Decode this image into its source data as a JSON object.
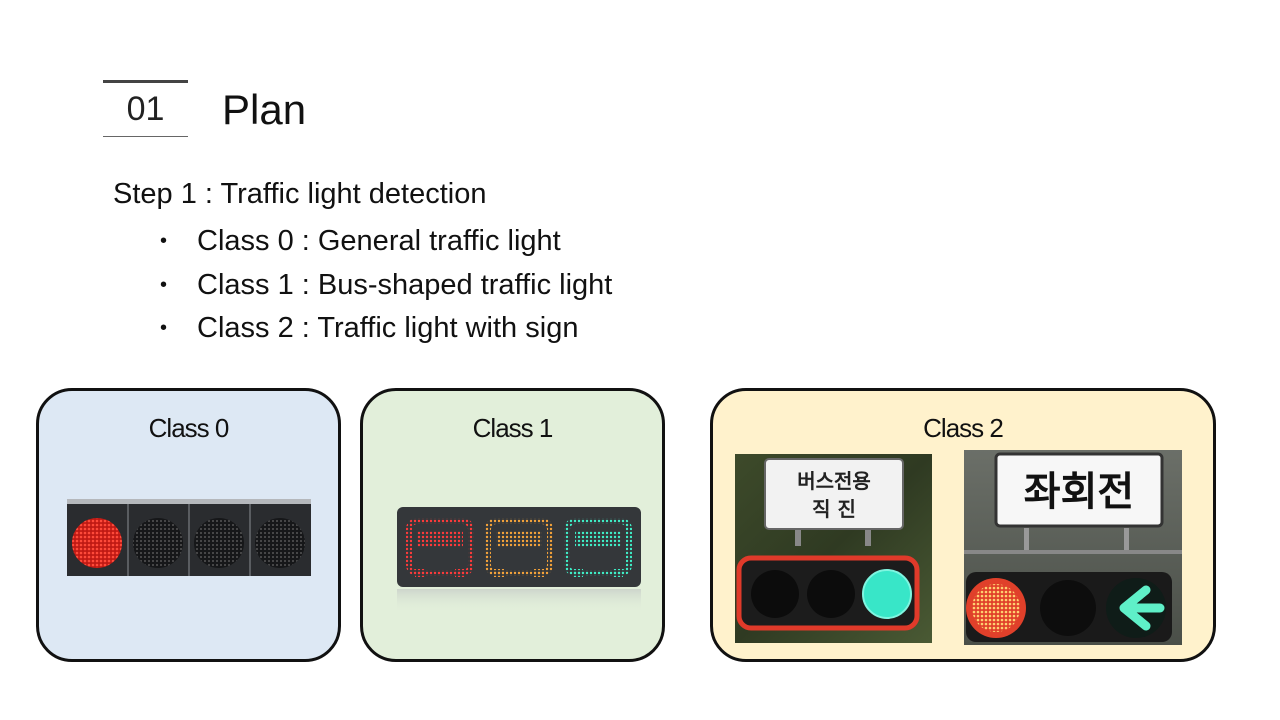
{
  "header": {
    "section_number": "01",
    "title": "Plan"
  },
  "step": "Step 1 : Traffic light detection",
  "bullets": [
    "Class 0 : General traffic light",
    "Class 1 : Bus-shaped traffic light",
    "Class 2 : Traffic light with sign"
  ],
  "cards": [
    {
      "label": "Class 0"
    },
    {
      "label": "Class 1"
    },
    {
      "label": "Class 2",
      "sign_left_line1": "버스전용",
      "sign_left_line2": "직 진",
      "sign_right": "좌회전"
    }
  ],
  "colors": {
    "card0_bg": "#dde8f4",
    "card1_bg": "#e2efda",
    "card2_bg": "#fff2cc",
    "red_light": "#e0261e",
    "amber_light": "#f0a030",
    "green_light": "#35e0c0"
  }
}
